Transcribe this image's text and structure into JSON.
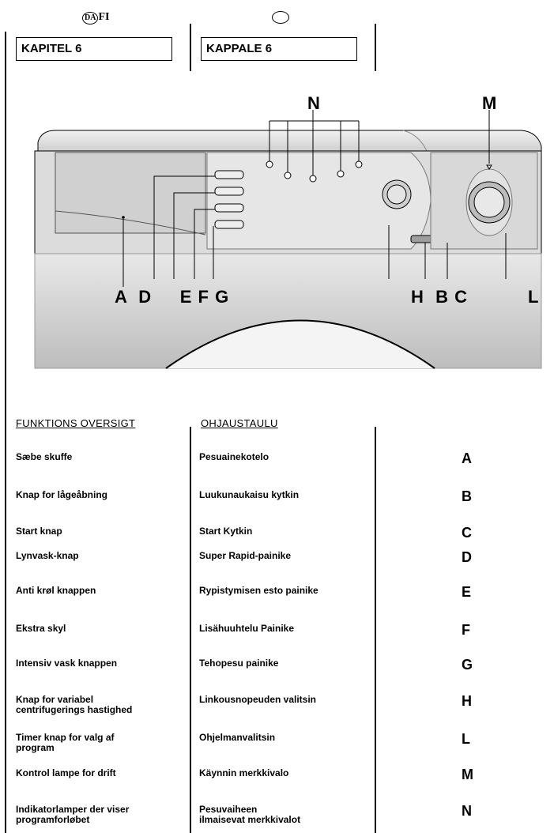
{
  "header": {
    "lang_left": "DA",
    "lang_left_suffix": "FI",
    "chapter_left": "KAPITEL 6",
    "chapter_right": "KAPPALE 6"
  },
  "diagram_callouts": {
    "N": "N",
    "M": "M",
    "bottom_row_left": "A  D     E F G",
    "bottom_row_right": "H  B C",
    "L": "L"
  },
  "sections": {
    "left_title": "FUNKTIONS OVERSIGT",
    "right_title": "OHJAUSTAULU"
  },
  "rows": [
    {
      "da": "Sæbe skuffe",
      "fi": "Pesuainekotelo",
      "letter": "A"
    },
    {
      "da": "Knap for lågeåbning",
      "fi": "Luukunaukaisu kytkin",
      "letter": "B"
    },
    {
      "da": "Start knap",
      "fi": "Start Kytkin",
      "letter": "C"
    },
    {
      "da": "Lynvask-knap",
      "fi": "Super Rapid-painike",
      "letter": "D"
    },
    {
      "da": "Anti krøl knappen",
      "fi": "Rypistymisen esto painike",
      "letter": "E"
    },
    {
      "da": "Ekstra skyl",
      "fi": "Lisähuuhtelu Painike",
      "letter": "F"
    },
    {
      "da": "Intensiv vask knappen",
      "fi": "Tehopesu painike",
      "letter": "G"
    },
    {
      "da": "Knap for variabel\ncentrifugerings hastighed",
      "fi": "Linkousnopeuden valitsin",
      "letter": "H"
    },
    {
      "da": "Timer knap for valg af\nprogram",
      "fi": "Ohjelmanvalitsin",
      "letter": "L"
    },
    {
      "da": "Kontrol lampe for drift",
      "fi": "Käynnin merkkivalo",
      "letter": "M"
    },
    {
      "da": "Indikatorlamper der viser\nprogramforløbet",
      "fi": "Pesuvaiheen\nilmaisevat merkkivalot",
      "letter": "N"
    }
  ]
}
